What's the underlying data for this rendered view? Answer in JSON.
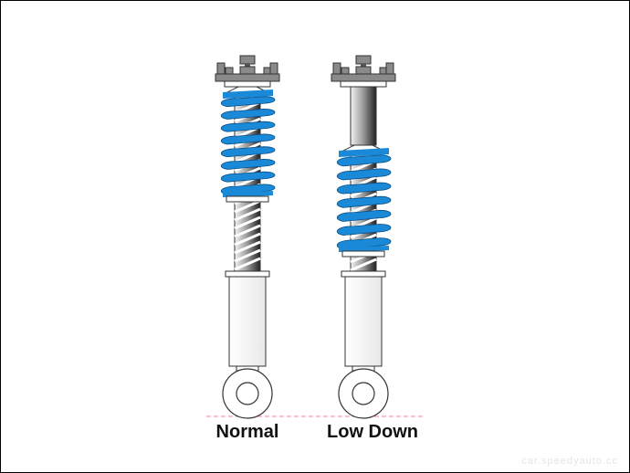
{
  "labels": {
    "normal": "Normal",
    "low_down": "Low Down"
  },
  "watermark": "car.speedyauto.cc",
  "colors": {
    "spring": "#1a8ad8",
    "mount": "#8a8a8a",
    "ground_line": "#e89ab8"
  },
  "icons": [
    "coilover-normal-icon",
    "coilover-low-down-icon"
  ]
}
